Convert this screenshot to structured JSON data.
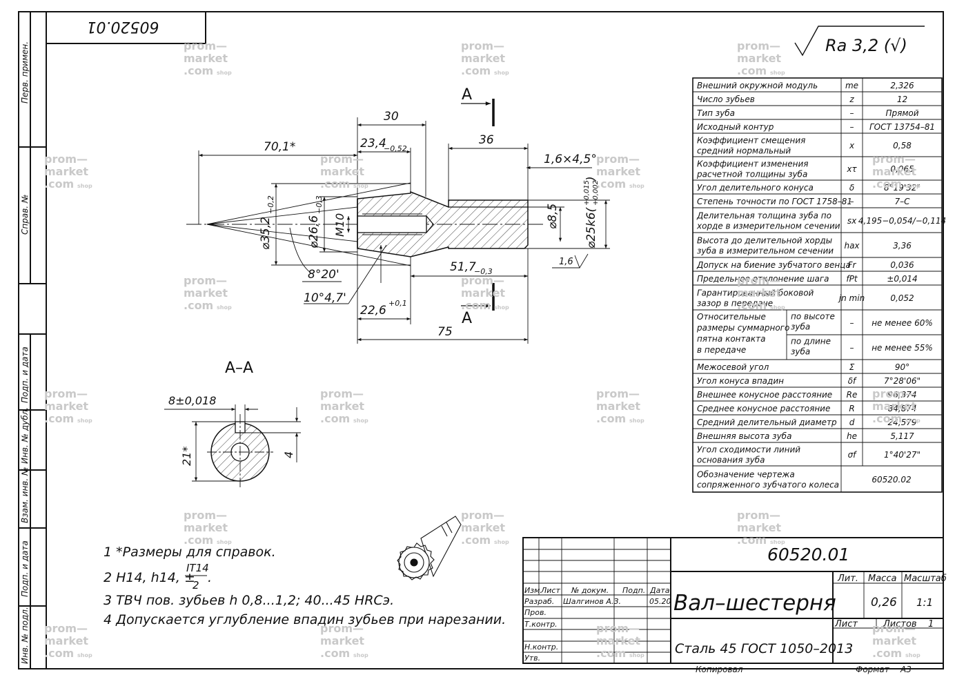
{
  "doc_code": "60520.01",
  "doc_code_rotated": "60520.01",
  "roughness": "Ra 3,2 (√)",
  "left_strip": {
    "perv_primen": "Перв. примен.",
    "sprav_no": "Справ. №",
    "podp_data_1": "Подп. и дата",
    "inv_dubl": "Инв. № дубл.",
    "vzam_inv": "Взам. инв. №",
    "podp_data_2": "Подп. и дата",
    "inv_podl": "Инв. № подл."
  },
  "dims": {
    "d701": "70,1*",
    "d30": "30",
    "d234": "23,4",
    "d234_tol": "−0,52",
    "d36": "36",
    "chamfer": "1,6×4,5°",
    "dia352": "⌀35,2",
    "dia352_tol": "−0,2",
    "dia266": "⌀26,6",
    "dia266_tol": "−0,3",
    "m10": "M10",
    "dia85": "⌀8,5",
    "dia25": "⌀25k6(",
    "dia25_tol_up": "+0,015",
    "dia25_tol_dn": "+0,002",
    "dia25_close": ")",
    "ang820": "8°20'",
    "ang1047": "10°4,7'",
    "d517": "51,7",
    "d517_tol": "−0,3",
    "r16": "1,6",
    "d226": "22,6",
    "d226_tol": "+0,1",
    "d75": "75",
    "section_a_top": "А",
    "section_a_bot": "А"
  },
  "section": {
    "title": "А–А",
    "width_dim": "8±0,018",
    "height_dim": "21*",
    "depth_dim": "4"
  },
  "notes": {
    "n1": "1  *Размеры для справок.",
    "n2_pre": "2  H14, h14, ±",
    "n2_num": "IT14",
    "n2_den": "2",
    "n2_end": ".",
    "n3": "3  ТВЧ пов. зубьев h 0,8...1,2; 40...45 HRCэ.",
    "n4": "4  Допускается углубление впадин зубьев при нарезании."
  },
  "params": [
    {
      "name": [
        "Внешний окружной модуль"
      ],
      "sym": "me",
      "val": "2,326"
    },
    {
      "name": [
        "Число зубьев"
      ],
      "sym": "z",
      "val": "12"
    },
    {
      "name": [
        "Тип зуба"
      ],
      "sym": "–",
      "val": "Прямой"
    },
    {
      "name": [
        "Исходный контур"
      ],
      "sym": "–",
      "val": "ГОСТ 13754–81"
    },
    {
      "name": [
        "Коэффициент смещения",
        "средний нормальный"
      ],
      "sym": "x",
      "val": "0,58"
    },
    {
      "name": [
        "Коэффициент изменения",
        "расчетной толщины зуба"
      ],
      "sym": "xτ",
      "val": "0,065"
    },
    {
      "name": [
        "Угол делительного конуса"
      ],
      "sym": "δ",
      "val": "8°19'32\""
    },
    {
      "name": [
        "Степень точности по ГОСТ 1758–81"
      ],
      "sym": "–",
      "val": "7–С"
    },
    {
      "name": [
        "Делительная толщина зуба по",
        "хорде в измерительном сечении"
      ],
      "sym": "sx",
      "val": "4,195−0,054/−0,114"
    },
    {
      "name": [
        "Высота до делительной хорды",
        "зуба в измерительном сечении"
      ],
      "sym": "hax",
      "val": "3,36"
    },
    {
      "name": [
        "Допуск на биение зубчатого венца"
      ],
      "sym": "Fr",
      "val": "0,036"
    },
    {
      "name": [
        "Предельное отклонение шага"
      ],
      "sym": "fPt",
      "val": "±0,014"
    },
    {
      "name": [
        "Гарантированный боковой",
        "зазор в передаче"
      ],
      "sym": "jn min",
      "val": "0,052"
    },
    {
      "group": [
        "Относительные",
        "размеры суммарного",
        "пятна контакта",
        "в передаче"
      ],
      "sub": [
        "по высоте",
        "зуба"
      ],
      "sym": "–",
      "val": "не менее 60%"
    },
    {
      "sub": [
        "по длине",
        "зуба"
      ],
      "sym": "–",
      "val": "не менее 55%"
    },
    {
      "name": [
        "Межосевой угол"
      ],
      "sym": "Σ",
      "val": "90°"
    },
    {
      "name": [
        "Угол конуса впадин"
      ],
      "sym": "δf",
      "val": "7°28'06\""
    },
    {
      "name": [
        "Внешнее конусное расстояние"
      ],
      "sym": "Re",
      "val": "96,374"
    },
    {
      "name": [
        "Среднее конусное расстояние"
      ],
      "sym": "R",
      "val": "84,874"
    },
    {
      "name": [
        "Средний делительный диаметр"
      ],
      "sym": "d",
      "val": "24,579"
    },
    {
      "name": [
        "Внешняя высота зуба"
      ],
      "sym": "he",
      "val": "5,117"
    },
    {
      "name": [
        "Угол сходимости линий",
        "основания зуба"
      ],
      "sym": "σf",
      "val": "1°40'27\""
    },
    {
      "name": [
        "Обозначение чертежа",
        "сопряженного зубчатого колеса"
      ],
      "sym": "",
      "val": "60520.02"
    }
  ],
  "title_block": {
    "code": "60520.01",
    "name": "Вал–шестерня",
    "material": "Сталь 45  ГОСТ 1050–2013",
    "col_izm": "Изм.",
    "col_list": "Лист",
    "col_docum": "№ докум.",
    "col_podp": "Подп.",
    "col_data": "Дата",
    "razrab": "Разраб.",
    "razrab_name": "Шалгинов А.З.",
    "razrab_date": "05.20",
    "prov": "Пров.",
    "tkontr": "Т.контр.",
    "nkontr": "Н.контр.",
    "utv": "Утв.",
    "lit": "Лит.",
    "massa": "Масса",
    "masshtab": "Масштаб",
    "massa_val": "0,26",
    "masshtab_val": "1:1",
    "list": "Лист",
    "listov": "Листов",
    "listov_val": "1",
    "kopiroval": "Копировал",
    "format": "Формат",
    "format_val": "А3"
  },
  "watermark": {
    "l1": "prom—",
    "l2": "market",
    "l3": ".com",
    "l4": "shop"
  }
}
